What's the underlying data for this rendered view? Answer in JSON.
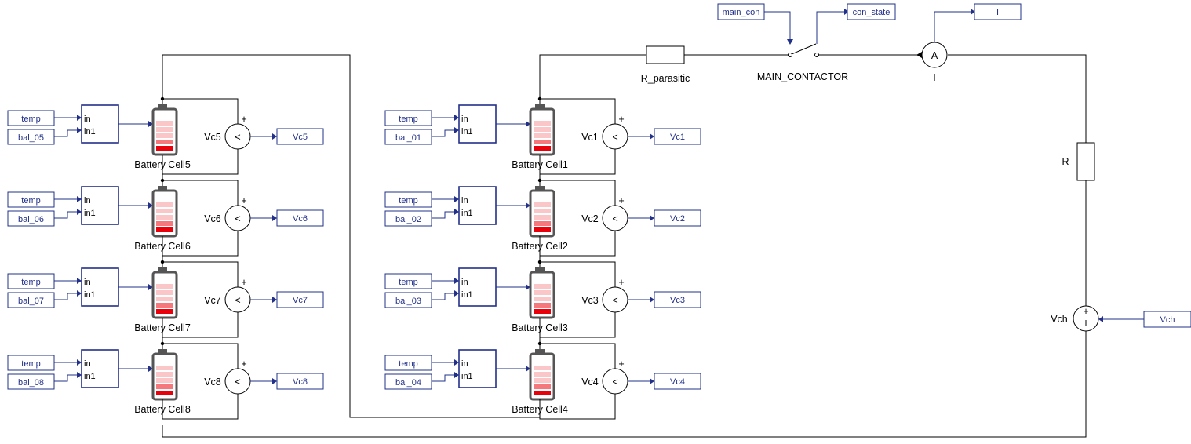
{
  "colors": {
    "signal": "#22308a",
    "wire": "#000000",
    "battery_red": "#e8000b",
    "battery_mid": "#f5787c",
    "battery_light": "#fbc6c7"
  },
  "cells": [
    {
      "id": "Cell1",
      "battery_label": "Battery Cell1",
      "sensor_label": "Vc1",
      "out_port": "Vc1",
      "in_temp": "temp",
      "in_bal": "bal_01"
    },
    {
      "id": "Cell2",
      "battery_label": "Battery Cell2",
      "sensor_label": "Vc2",
      "out_port": "Vc2",
      "in_temp": "temp",
      "in_bal": "bal_02"
    },
    {
      "id": "Cell3",
      "battery_label": "Battery Cell3",
      "sensor_label": "Vc3",
      "out_port": "Vc3",
      "in_temp": "temp",
      "in_bal": "bal_03"
    },
    {
      "id": "Cell4",
      "battery_label": "Battery Cell4",
      "sensor_label": "Vc4",
      "out_port": "Vc4",
      "in_temp": "temp",
      "in_bal": "bal_04"
    },
    {
      "id": "Cell5",
      "battery_label": "Battery Cell5",
      "sensor_label": "Vc5",
      "out_port": "Vc5",
      "in_temp": "temp",
      "in_bal": "bal_05"
    },
    {
      "id": "Cell6",
      "battery_label": "Battery Cell6",
      "sensor_label": "Vc6",
      "out_port": "Vc6",
      "in_temp": "temp",
      "in_bal": "bal_06"
    },
    {
      "id": "Cell7",
      "battery_label": "Battery Cell7",
      "sensor_label": "Vc7",
      "out_port": "Vc7",
      "in_temp": "temp",
      "in_bal": "bal_07"
    },
    {
      "id": "Cell8",
      "battery_label": "Battery Cell8",
      "sensor_label": "Vc8",
      "out_port": "Vc8",
      "in_temp": "temp",
      "in_bal": "bal_08"
    }
  ],
  "mux": {
    "in_label": "in",
    "in1_label": "in1"
  },
  "sensor_symbol": "<",
  "sensor_plus": "+",
  "resistor_parasitic": "R_parasitic",
  "contactor": {
    "label": "MAIN_CONTACTOR",
    "in_port": "main_con",
    "out_port": "con_state"
  },
  "ammeter": {
    "label": "I",
    "symbol": "A",
    "out_port": "I"
  },
  "resistor": "R",
  "source": {
    "label": "Vch",
    "in_port": "Vch"
  }
}
